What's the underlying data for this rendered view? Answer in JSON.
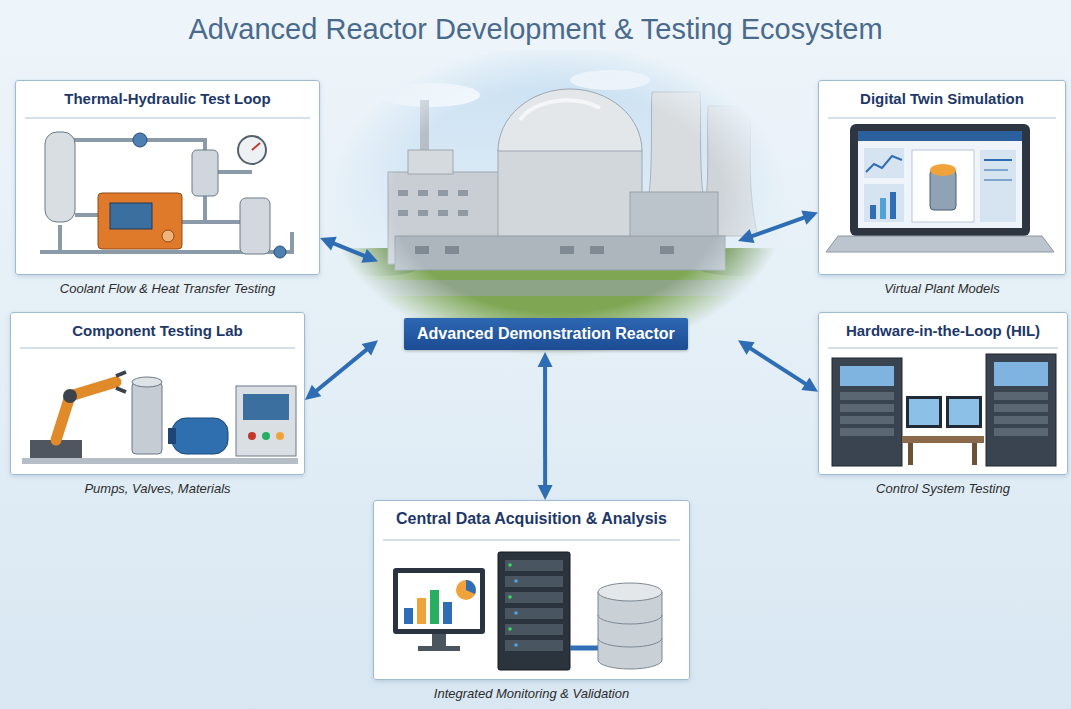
{
  "diagram": {
    "title": "Advanced Reactor Development & Testing Ecosystem",
    "nodes": [
      {
        "text": [
          "Thermal-Hydraulic Test Loop",
          "Coolant Flow & Heat Transfer Testing"
        ]
      },
      {
        "text": [
          "Digital Twin Simulation",
          "Virtual Plant Models"
        ]
      },
      {
        "text": [
          "Advanced Demonstration Reactor"
        ]
      },
      {
        "text": [
          "Component Testing Lab",
          "Pumps, Valves, Materials"
        ]
      },
      {
        "text": [
          "Hardware-in-the-Loop (HIL)",
          "Control System Testing"
        ]
      },
      {
        "text": [
          "Central Data Acquisition & Analysis",
          "Integrated Monitoring & Validation"
        ]
      }
    ],
    "edges": [
      {
        "from": 2,
        "to": 0,
        "arrow": "both"
      },
      {
        "from": 2,
        "to": 1,
        "arrow": "both"
      },
      {
        "from": 2,
        "to": 3,
        "arrow": "both"
      },
      {
        "from": 2,
        "to": 4,
        "arrow": "both"
      },
      {
        "from": 2,
        "to": 5,
        "arrow": "both"
      }
    ]
  }
}
